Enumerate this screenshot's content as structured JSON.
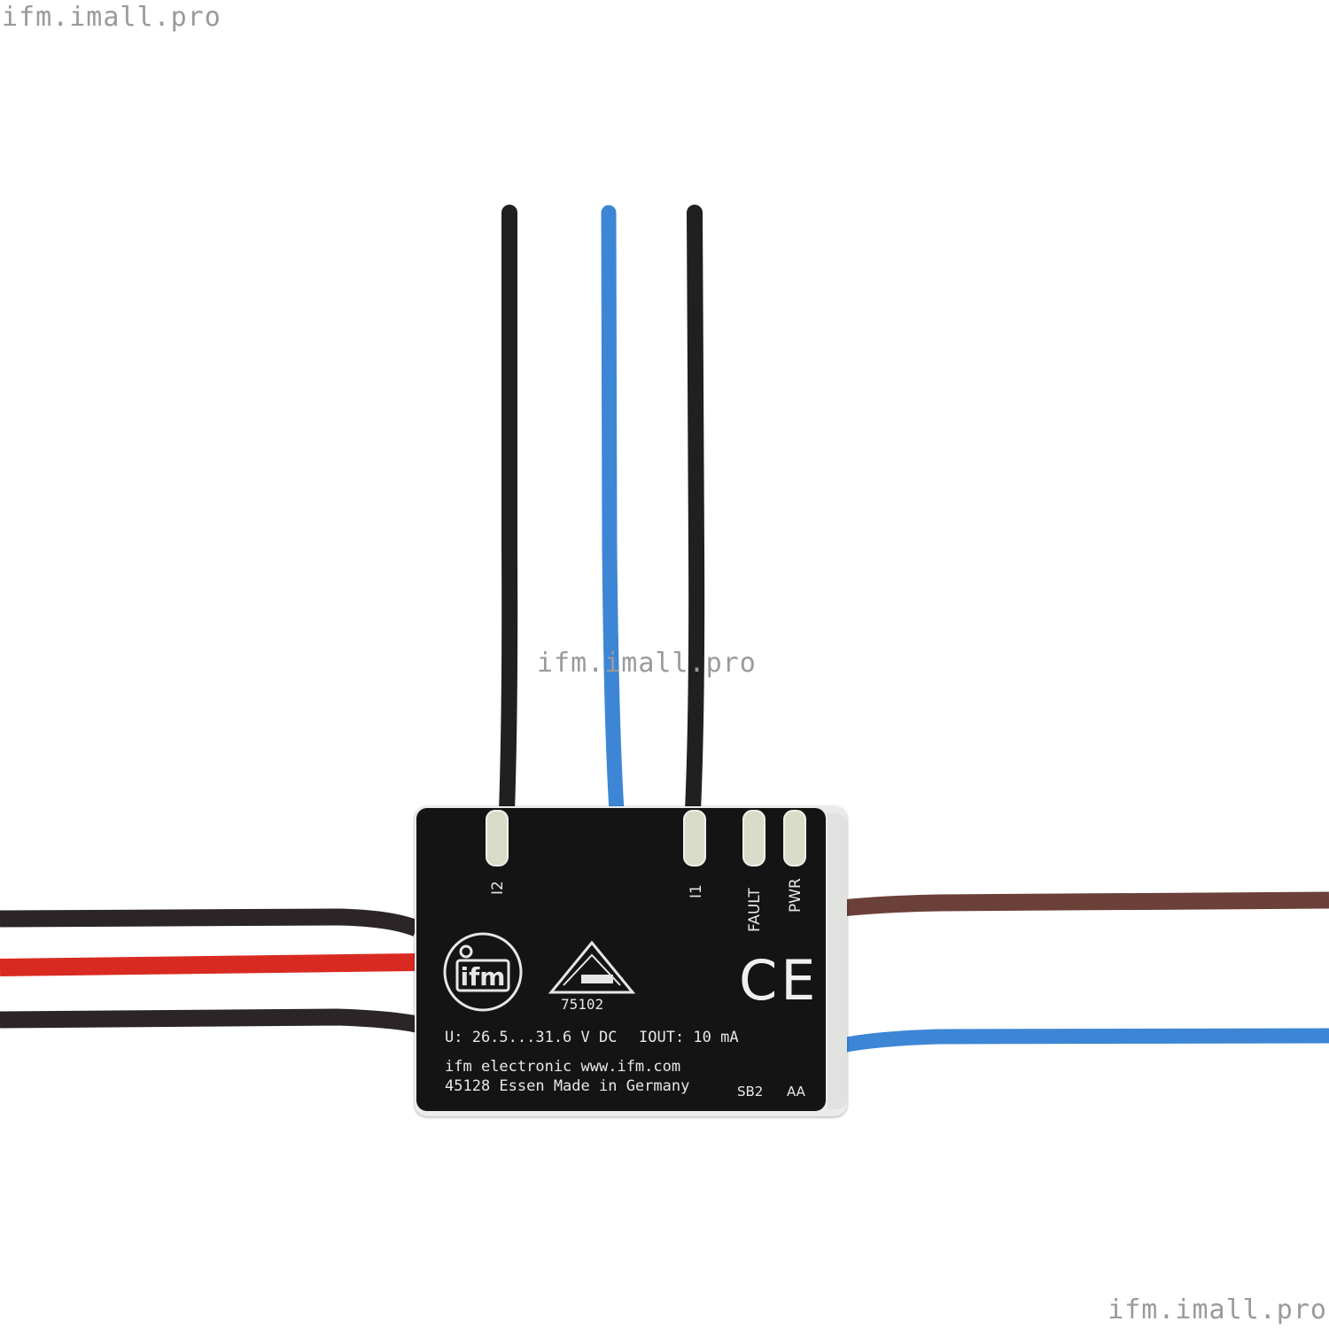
{
  "watermarks": {
    "top_left": "ifm.imall.pro",
    "center": "ifm.imall.pro",
    "bottom_right": "ifm.imall.pro"
  },
  "module": {
    "label_i2": "I2",
    "label_i1": "I1",
    "label_fault": "FAULT",
    "label_pwr": "PWR",
    "asi_number": "75102",
    "voltage": "U: 26.5...31.6 V DC",
    "current": "IOUT: 10 mA",
    "maker_line": "ifm electronic www.ifm.com",
    "address_line": "45128 Essen Made in Germany",
    "code_1": "SB2",
    "code_2": "AA",
    "logo_text": "ifm",
    "ce_mark": "CE"
  },
  "colors": {
    "wire_black": "#202020",
    "wire_blue": "#3d86d6",
    "wire_red": "#d92a22",
    "wire_brown": "#6b4038",
    "module_body": "#141414"
  }
}
